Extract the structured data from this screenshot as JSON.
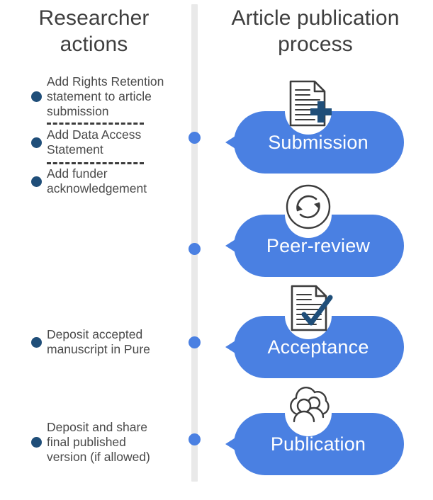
{
  "headers": {
    "left": "Researcher actions",
    "right": "Article publication process"
  },
  "colors": {
    "pill": "#4a80e2",
    "connector_dot": "#4a80e2",
    "bullet": "#1f4e79",
    "track": "#e9e9e9",
    "header_text": "#3f3f3f",
    "body_text": "#4a4a4a",
    "icon_accent": "#1f4e79",
    "icon_outline": "#3c3c3c",
    "pill_label": "#ffffff"
  },
  "researcher_actions": [
    {
      "text": "Add Rights Retention statement to article submission"
    },
    {
      "text": "Add Data Access Statement"
    },
    {
      "text": "Add funder acknowledgement"
    },
    {
      "text": "Deposit accepted manuscript in Pure"
    },
    {
      "text": "Deposit and share final published version (if allowed)"
    }
  ],
  "process_nodes": [
    {
      "label": "Submission",
      "icon": "document-plus-icon"
    },
    {
      "label": "Peer-review",
      "icon": "refresh-cycle-icon"
    },
    {
      "label": "Acceptance",
      "icon": "document-check-icon"
    },
    {
      "label": "Publication",
      "icon": "cloud-people-icon"
    }
  ]
}
